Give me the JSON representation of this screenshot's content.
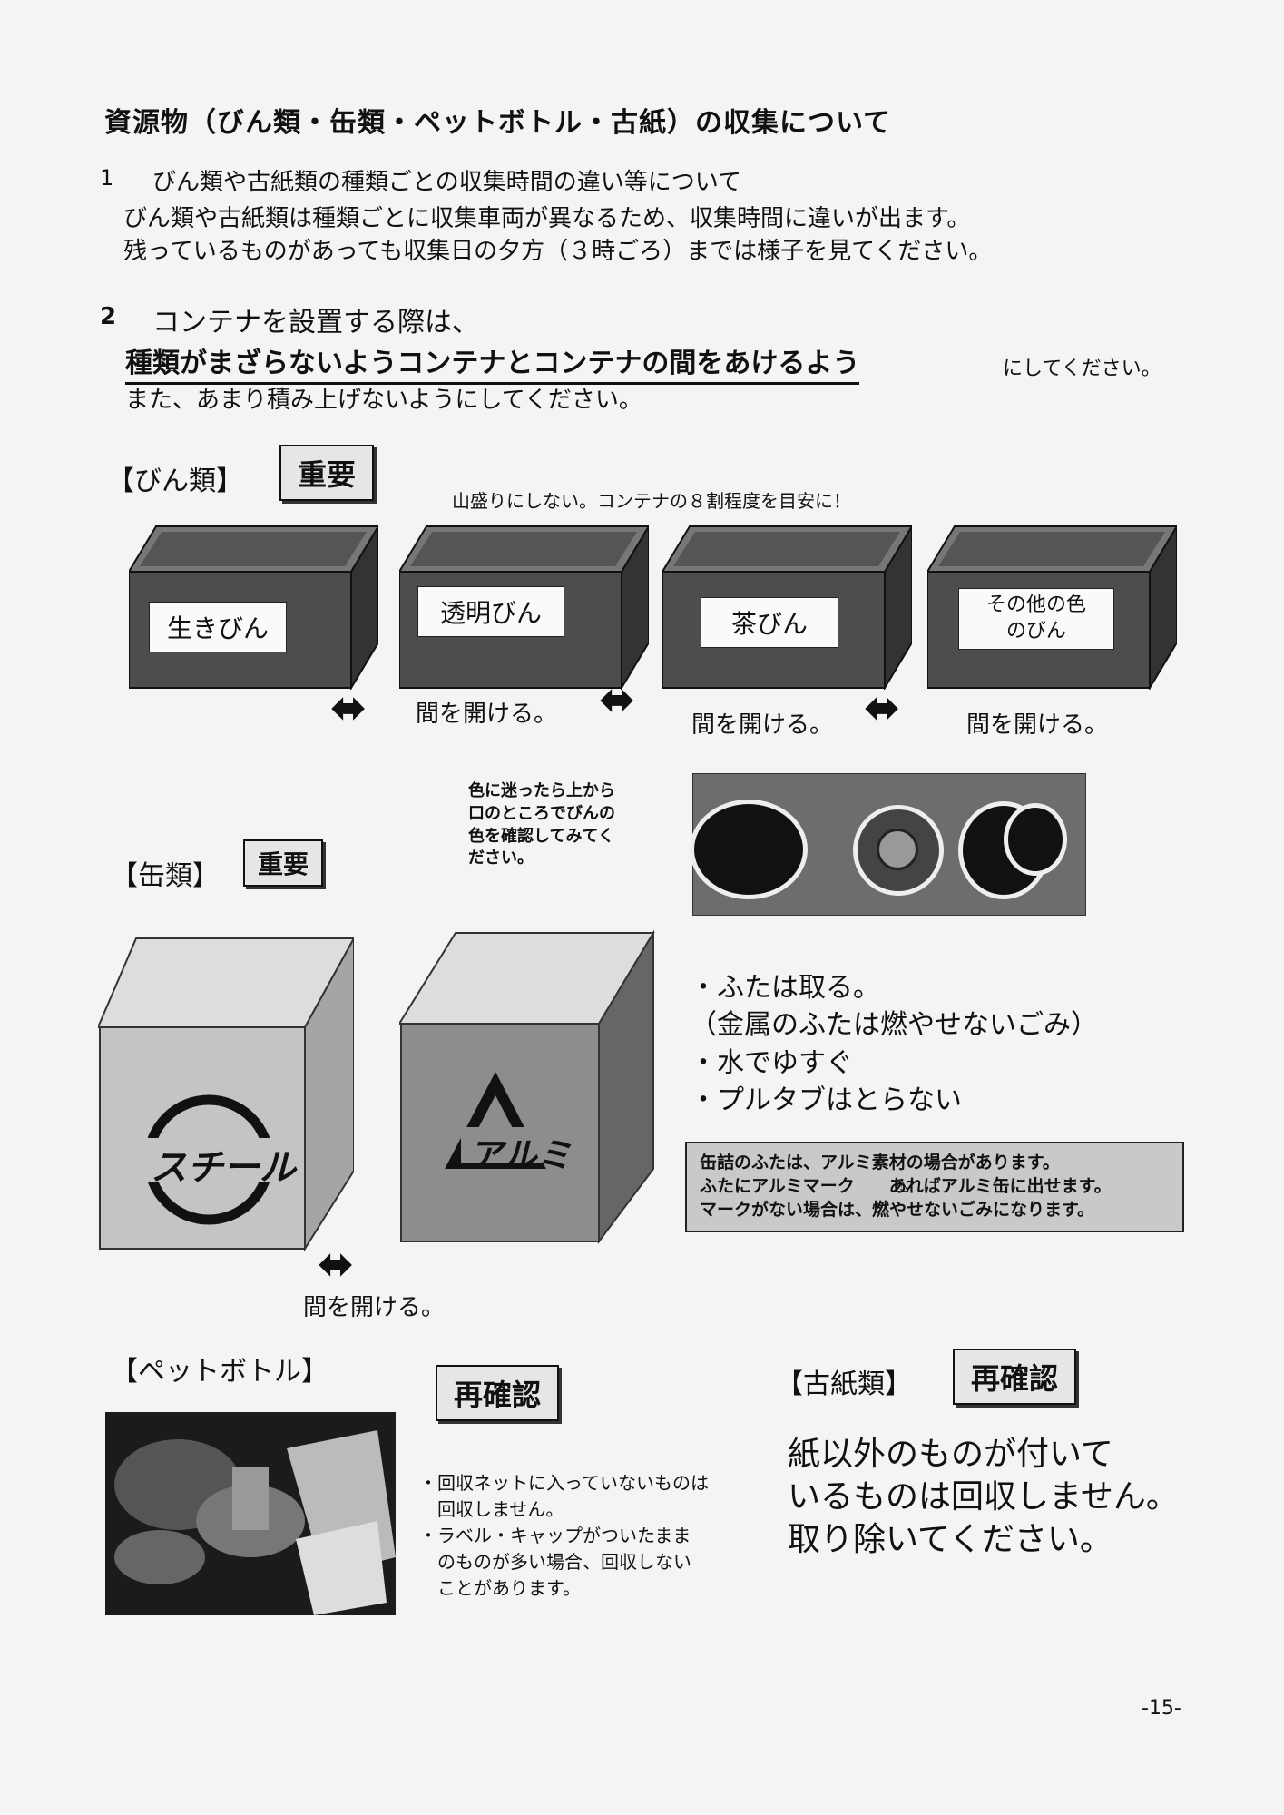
{
  "title": "資源物（びん類・缶類・ペットボトル・古紙）の収集について",
  "section1": {
    "number": "1",
    "heading": "びん類や古紙類の種類ごとの収集時間の違い等について",
    "lines": [
      "びん類や古紙類は種類ごとに収集車両が異なるため、収集時間に違いが出ます。",
      "残っているものがあっても収集日の夕方（３時ごろ）までは様子を見てください。"
    ]
  },
  "section2": {
    "number": "2",
    "heading": "コンテナを設置する際は、",
    "underlined": "種類がまざらないようコンテナとコンテナの間をあけるよう",
    "after": "にしてください。",
    "also": "また、あまり積み上げないようにしてください。"
  },
  "bottles": {
    "heading": "【びん類】",
    "badge": "重要",
    "note": "山盛りにしない。コンテナの８割程度を目安に！",
    "containers": [
      "生きびん",
      "透明びん",
      "茶びん",
      "その他の色\nのびん"
    ],
    "gap_label": "間を開ける。",
    "arrow": "⬌",
    "color_tip": [
      "色に迷ったら上から",
      "口のところでびんの",
      "色を確認してみてく",
      "ださい。"
    ]
  },
  "cans": {
    "heading": "【缶類】",
    "badge": "重要",
    "steel": "スチール",
    "alumi": "アルミ",
    "gap_label": "間を開ける。",
    "bullets": [
      "・ふたは取る。",
      "（金属のふたは燃やせないごみ）",
      "・水でゆすぐ",
      "・プルタブはとらない"
    ],
    "notice": [
      "缶詰のふたは、アルミ素材の場合があります。",
      "ふたにアルミマーク　　あればアルミ缶に出せます。",
      "マークがない場合は、燃やせないごみになります。"
    ]
  },
  "pet": {
    "heading": "【ペットボトル】",
    "badge": "再確認",
    "notes": [
      "・回収ネットに入っていないものは",
      "　回収しません。",
      "・ラベル・キャップがついたまま",
      "　のものが多い場合、回収しない",
      "　ことがあります。"
    ]
  },
  "paper": {
    "heading": "【古紙類】",
    "badge": "再確認",
    "lines": [
      "紙以外のものが付いて",
      "いるものは回収しません。",
      "取り除いてください。"
    ]
  },
  "page_number": "-15-"
}
